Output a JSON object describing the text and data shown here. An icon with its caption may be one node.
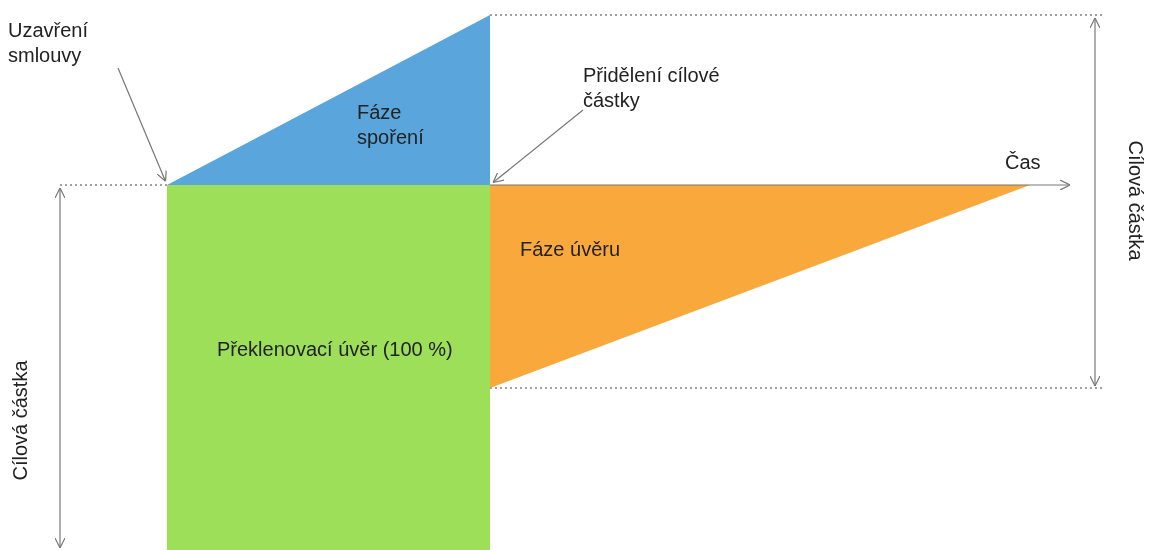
{
  "diagram": {
    "nodes": [
      {
        "text": [
          "Uzavření smlouvy"
        ]
      },
      {
        "text": [
          "Přidělení cílové částky"
        ]
      },
      {
        "text": [
          "Fáze spoření"
        ]
      },
      {
        "text": [
          "Překlenovací úvěr (100 %)"
        ]
      },
      {
        "text": [
          "Fáze úvěru"
        ]
      }
    ],
    "edges": [
      {
        "from": 0,
        "to": 2,
        "arrow": "to"
      },
      {
        "from": 1,
        "to": 2,
        "arrow": "to"
      }
    ],
    "labels": [
      "Čas",
      "Cílová částka",
      "Cílová částka"
    ]
  }
}
